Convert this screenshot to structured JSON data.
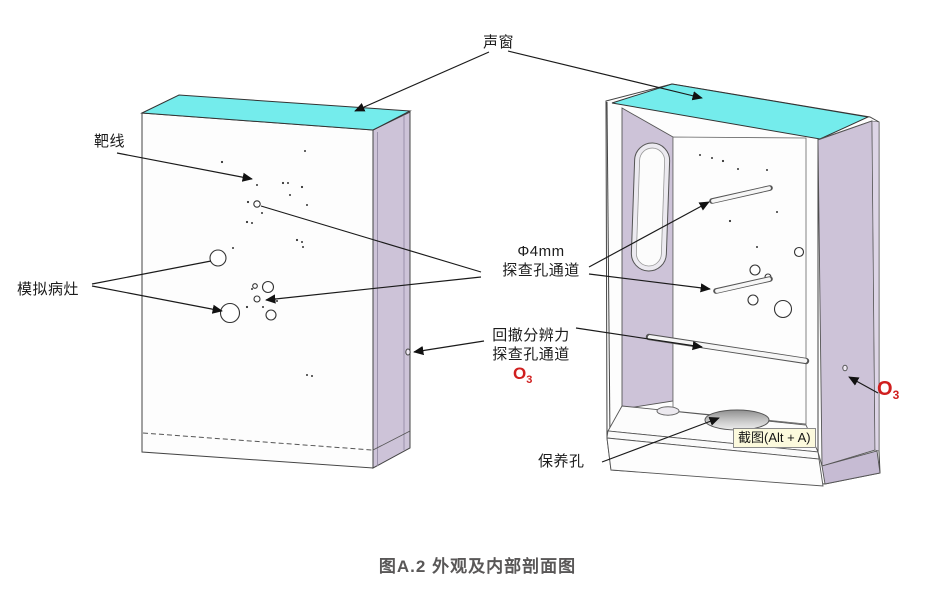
{
  "figure_caption": "图A.2 外观及内部剖面图",
  "labels": {
    "acoustic_window": "声窗",
    "target_lines": "靶线",
    "simulated_lesions": "模拟病灶",
    "probe_channel_line1": "Φ4mm",
    "probe_channel_line2": "探查孔通道",
    "withdrawal_line1": "回撤分辨力",
    "withdrawal_line2": "探查孔通道",
    "maintenance_hole": "保养孔",
    "o3_symbol": "O",
    "o3_subscript": "3"
  },
  "overlay": {
    "screenshot_tooltip": "截图(Alt + A)"
  },
  "colors": {
    "acoustic_window_cyan": "#74ecec",
    "cut_surface_lavender": "#cdc3d8",
    "o3_red": "#d01f1f",
    "tooltip_bg": "#fcfadd"
  }
}
